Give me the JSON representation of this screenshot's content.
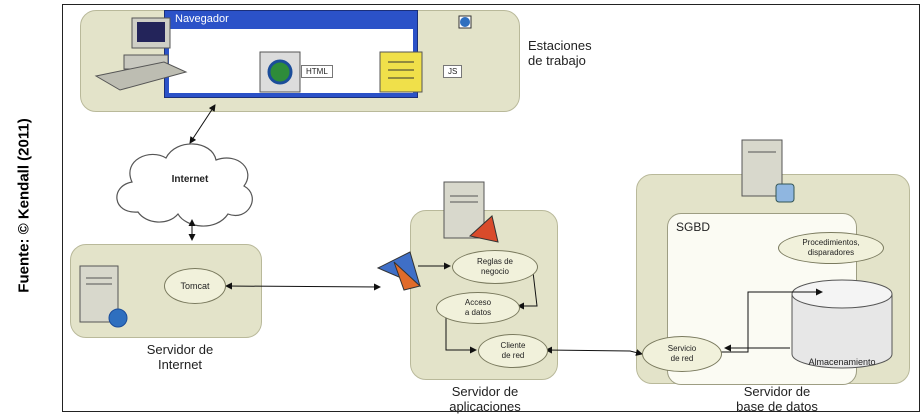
{
  "source_caption": "Fuente: © Kendall (2011)",
  "browser": {
    "title": "Navegador",
    "html_label": "HTML",
    "js_label": "JS"
  },
  "workstations": {
    "label_line1": "Estaciones",
    "label_line2": "de trabajo"
  },
  "internet": {
    "label": "Internet"
  },
  "web_server": {
    "node": "Tomcat",
    "label_line1": "Servidor de",
    "label_line2": "Internet"
  },
  "app_server": {
    "business_rules_line1": "Reglas de",
    "business_rules_line2": "negocio",
    "data_access_line1": "Acceso",
    "data_access_line2": "a datos",
    "network_client_line1": "Cliente",
    "network_client_line2": "de red",
    "label_line1": "Servidor de",
    "label_line2": "aplicaciones"
  },
  "db_server": {
    "sgbd_title": "SGBD",
    "procedures_line1": "Procedimientos,",
    "procedures_line2": "disparadores",
    "network_service_line1": "Servicio",
    "network_service_line2": "de red",
    "storage": "Almacenamiento",
    "label_line1": "Servidor de",
    "label_line2": "base de datos"
  },
  "colors": {
    "panel": "#e3e3c9",
    "browser": "#2b52c8",
    "server": "#d8d8cc"
  }
}
